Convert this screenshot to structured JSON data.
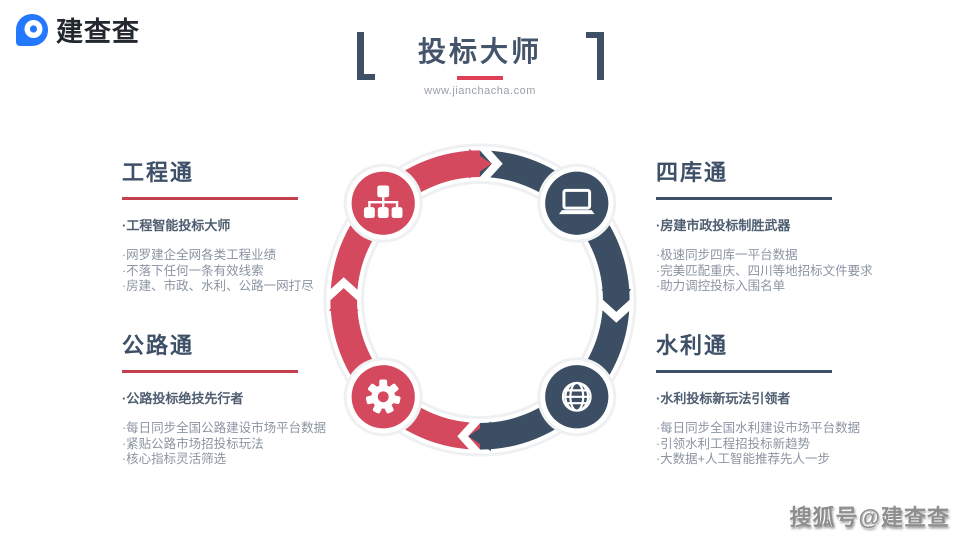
{
  "logo": {
    "text": "建查查"
  },
  "header": {
    "title": "投标大师",
    "url": "www.jianchacha.com"
  },
  "colors": {
    "ring_red": "#d5495e",
    "ring_navy": "#3c4e63",
    "title_underline_red": "#e03e56",
    "section_underline_red": "#c5404f",
    "section_underline_navy": "#3d5166",
    "heading_navy": "#3d5068",
    "body_gray": "#8b94a2",
    "logo_blue": "#2478ff"
  },
  "sections": [
    {
      "title": "工程通",
      "lead": "·工程智能投标大师",
      "items": [
        "·网罗建企全网各类工程业绩",
        "·不落下任何一条有效线索",
        "·房建、市政、水利、公路一网打尽"
      ]
    },
    {
      "title": "四库通",
      "lead": "·房建市政投标制胜武器",
      "items": [
        "·极速同步四库一平台数据",
        "·完美匹配重庆、四川等地招标文件要求",
        "·助力调控投标入围名单"
      ]
    },
    {
      "title": "公路通",
      "lead": "·公路投标绝技先行者",
      "items": [
        "·每日同步全国公路建设市场平台数据",
        "·紧贴公路市场招投标玩法",
        "·核心指标灵活筛选"
      ]
    },
    {
      "title": "水利通",
      "lead": "·水利投标新玩法引领者",
      "items": [
        "·每日同步全国水利建设市场平台数据",
        "·引领水利工程招投标新趋势",
        "·大数据+人工智能推荐先人一步"
      ]
    }
  ],
  "diagram": {
    "icons": [
      "sitemap-icon",
      "laptop-icon",
      "gear-icon",
      "globe-icon"
    ]
  },
  "watermark": {
    "text": "搜狐号@建查查"
  }
}
